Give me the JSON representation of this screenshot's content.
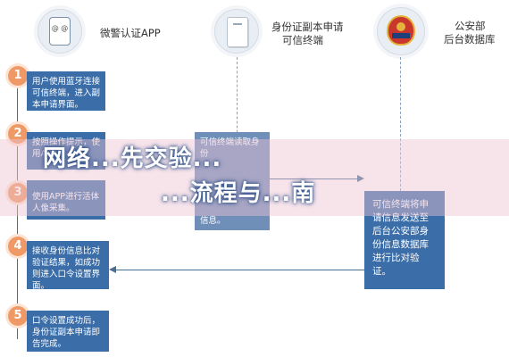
{
  "headers": {
    "app": "微警认证APP",
    "terminal_line1": "身份证副本申请",
    "terminal_line2": "可信终端",
    "police_line1": "公安部",
    "police_line2": "后台数据库"
  },
  "app_icon_text": "@ @",
  "steps": [
    {
      "num": "1",
      "text": "用户使用蓝牙连接可信终端，进入副本申请界面。"
    },
    {
      "num": "2",
      "text": "按照操作提示，使用APP..."
    },
    {
      "num": "3",
      "text": "使用APP进行活体人像采集。"
    },
    {
      "num": "4",
      "text": "接收身份信息比对验证结果，如成功则进入口令设置界面。"
    },
    {
      "num": "5",
      "text": "口令设置成功后，身份证副本申请即告完成。"
    }
  ],
  "middle_box": {
    "line1": "可信终端读取身份",
    "line3": "信息。"
  },
  "right_box": {
    "text": "可信终端将申请信息发送至后台公安部身份信息数据库进行比对验证。"
  },
  "overlay": {
    "line1": "网络...先交验...",
    "line2": "...流程与...南"
  }
}
